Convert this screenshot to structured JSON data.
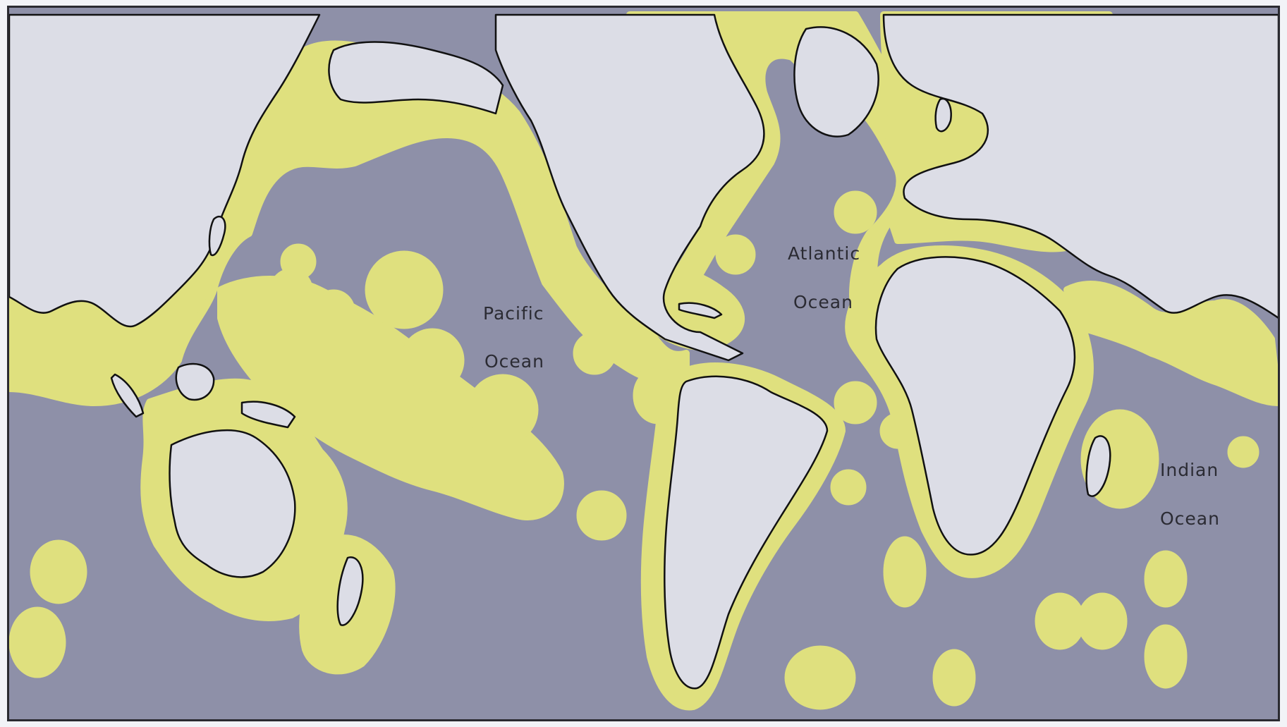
{
  "map": {
    "labels": {
      "pacific": "Pacific",
      "pacific_ocean": "Ocean",
      "atlantic": "Atlantic",
      "atlantic_ocean": "Ocean",
      "indian": "Indian",
      "indian_ocean": "Ocean"
    },
    "colors": {
      "ocean": "#8e90a8",
      "land": "#dcdde6",
      "coastal_zone": "#dfe07e",
      "coastline": "#111111"
    }
  }
}
